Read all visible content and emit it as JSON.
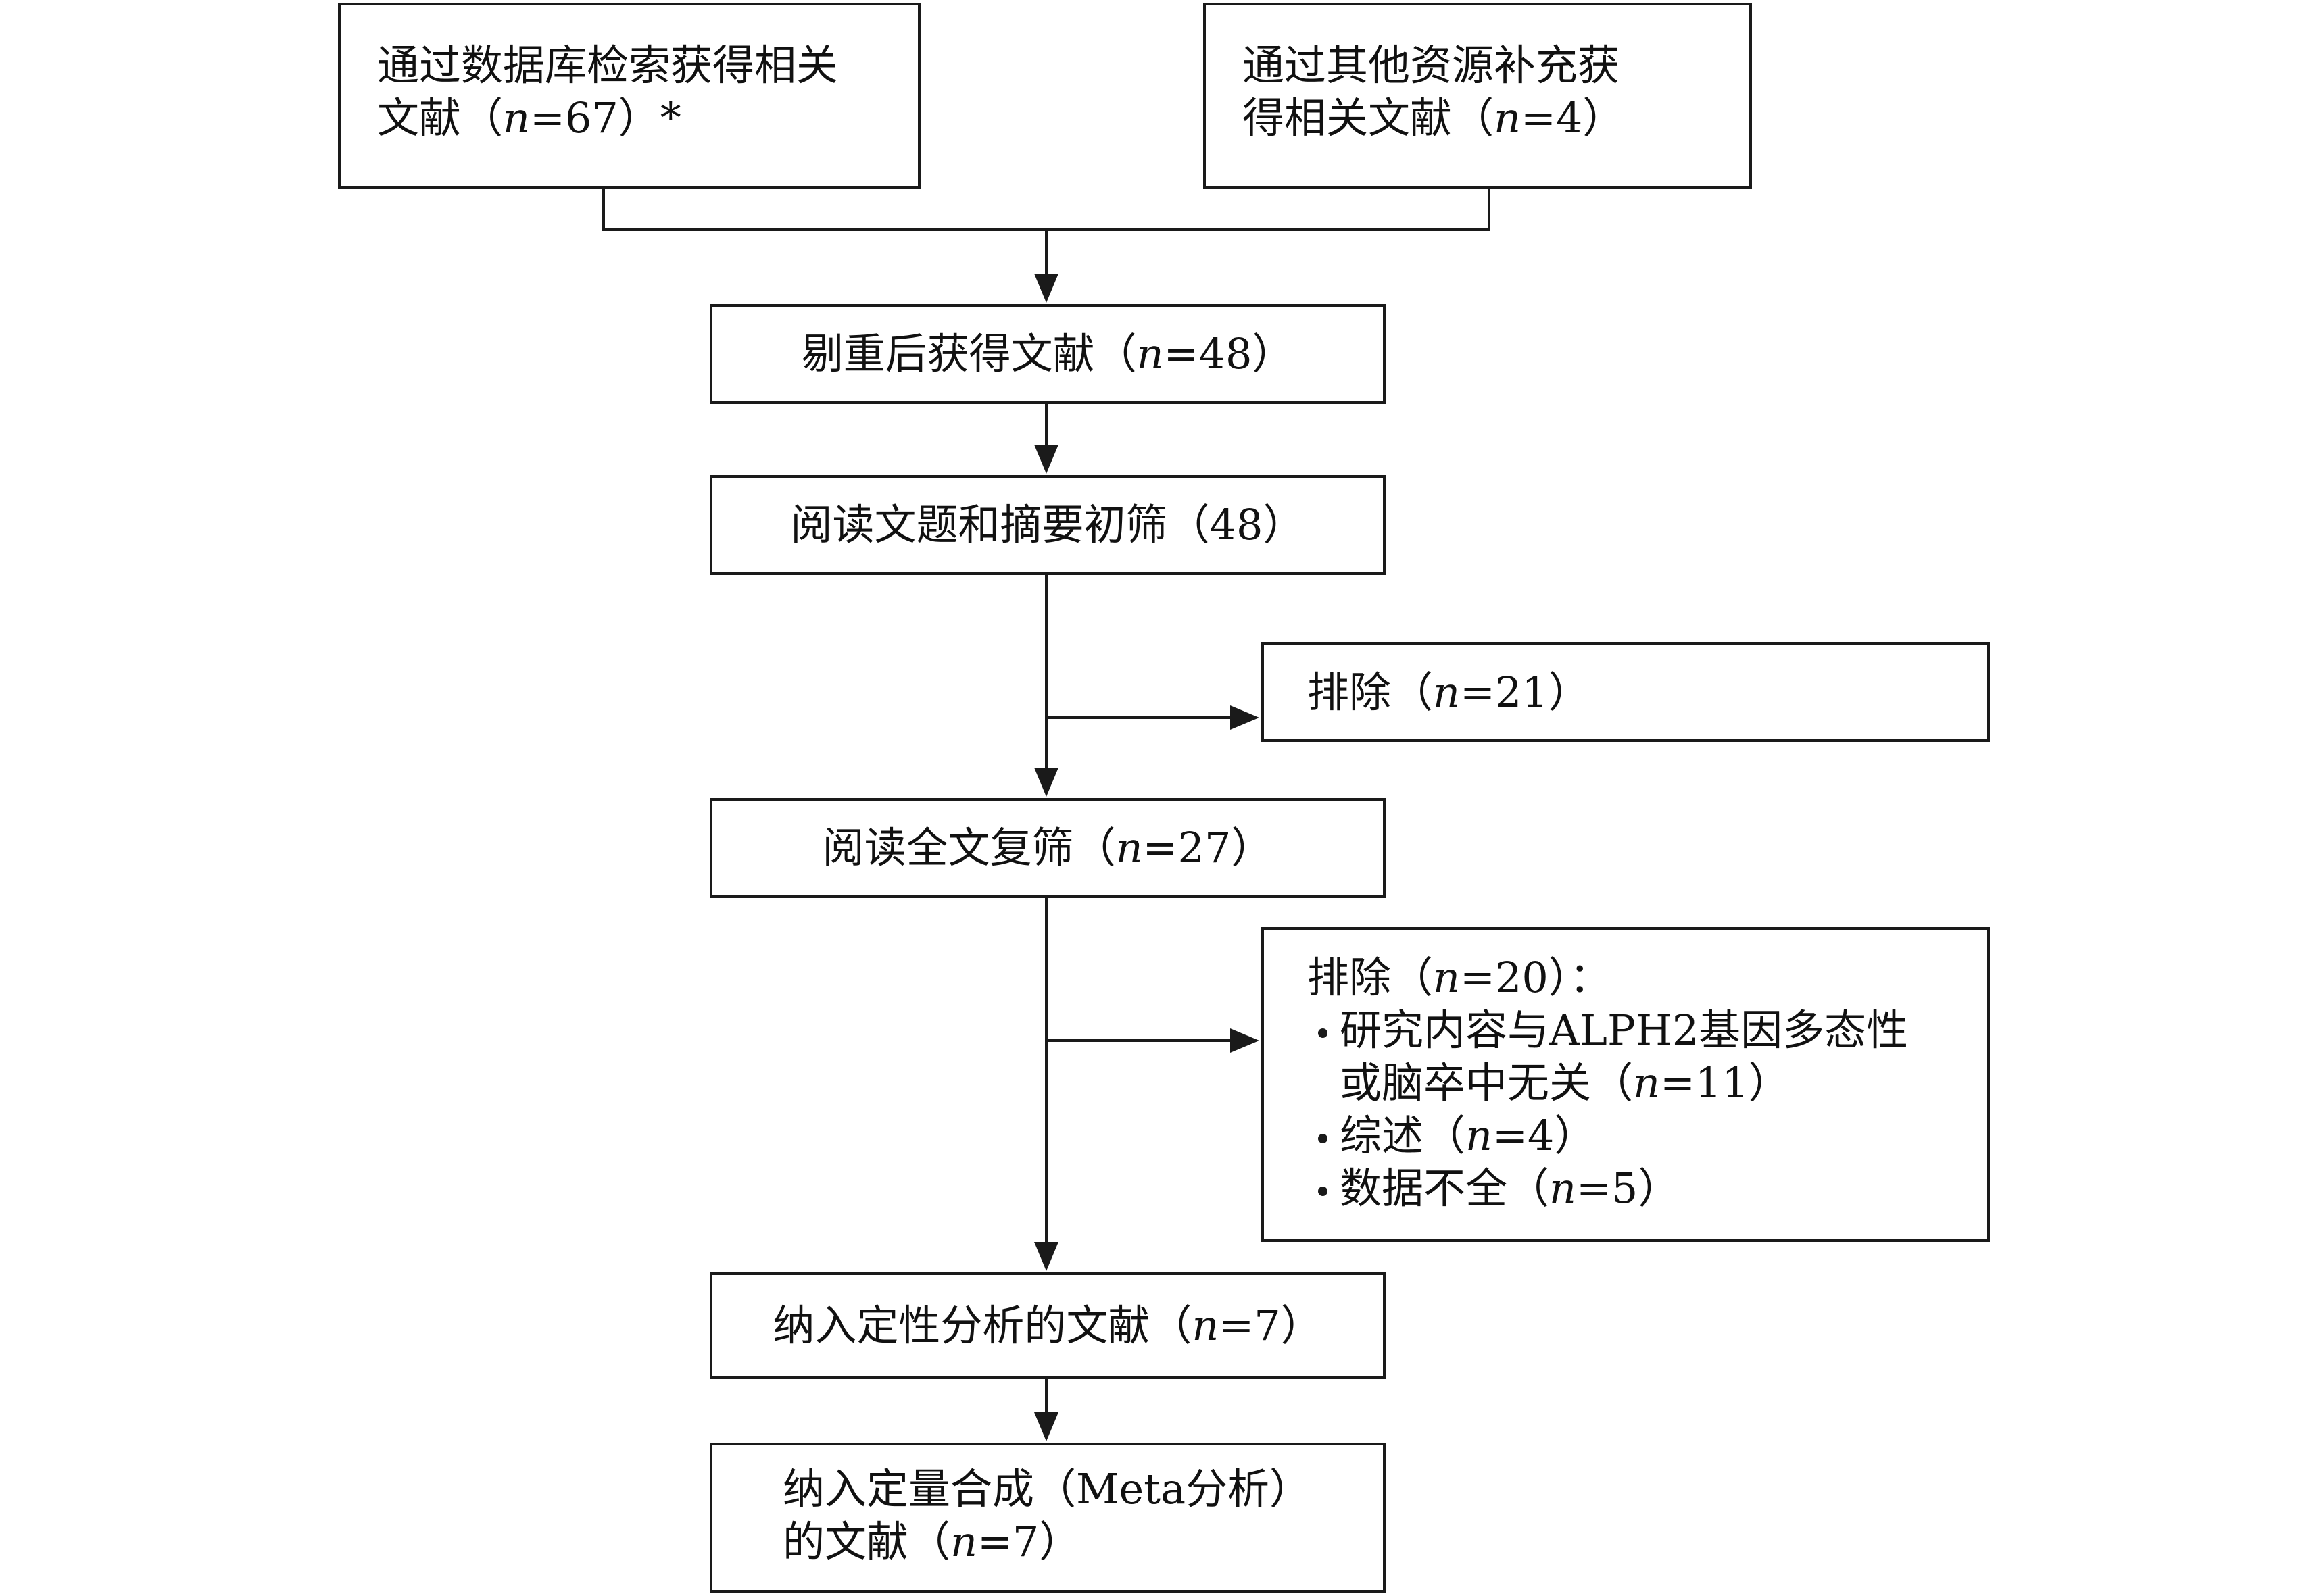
{
  "boxes": {
    "database": {
      "line1": "通过数据库检索获得相关",
      "line2_pre": "文献（",
      "n_sym": "n",
      "line2_post": "=67）*"
    },
    "other": {
      "line1": "通过其他资源补充获",
      "line2_pre": "得相关文献（",
      "n_sym": "n",
      "line2_post": "=4）"
    },
    "dedup": {
      "pre": "剔重后获得文献（",
      "n_sym": "n",
      "post": "=48）"
    },
    "title_screen": {
      "text": "阅读文题和摘要初筛（48）"
    },
    "exclude1": {
      "pre": "排除（",
      "n_sym": "n",
      "post": "=21）"
    },
    "fulltext": {
      "pre": "阅读全文复筛（",
      "n_sym": "n",
      "post": "=27）"
    },
    "exclude2": {
      "head_pre": "排除（",
      "n_sym": "n",
      "head_post": "=20）：",
      "bullets": [
        {
          "line1": "研究内容与ALPH2基因多态性",
          "line2_pre": "或脑卒中无关（",
          "n_sym": "n",
          "line2_post": "=11）"
        },
        {
          "pre": "综述（",
          "n_sym": "n",
          "post": "=4）"
        },
        {
          "pre": "数据不全（",
          "n_sym": "n",
          "post": "=5）"
        }
      ]
    },
    "qualitative": {
      "pre": "纳入定性分析的文献（",
      "n_sym": "n",
      "post": "=7）"
    },
    "quantitative": {
      "line1": "纳入定量合成（Meta分析）",
      "line2_pre": "的文献（",
      "n_sym": "n",
      "line2_post": "=7）"
    }
  },
  "colors": {
    "line": "#1a1a1a",
    "background": "#ffffff"
  }
}
